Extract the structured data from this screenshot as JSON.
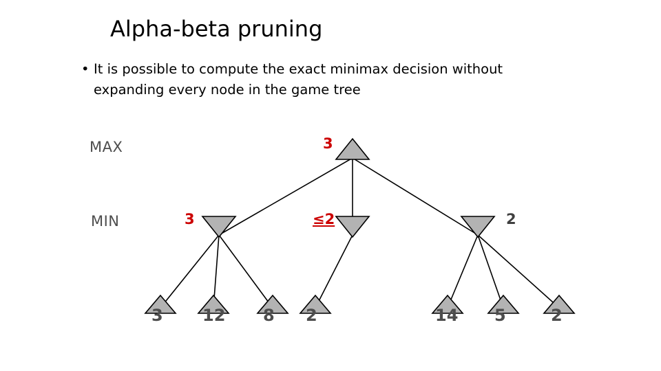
{
  "slide": {
    "title": "Alpha-beta pruning",
    "bullet_marker": "•",
    "bullet_text": "It is possible to compute the exact minimax decision without expanding every node in the game tree"
  },
  "diagram": {
    "type": "game-tree",
    "level_labels": {
      "max": "MAX",
      "min": "MIN"
    },
    "colors": {
      "node_fill": "#b3b3b3",
      "node_stroke": "#000000",
      "edge": "#000000",
      "highlight": "#cc0000",
      "label_gray": "#4d4d4d"
    },
    "nodes": {
      "root": {
        "value": "3",
        "shape": "triangle-up",
        "value_color": "#cc0000"
      },
      "min": [
        {
          "value": "3",
          "shape": "triangle-down",
          "value_color": "#cc0000"
        },
        {
          "value": "≤2",
          "shape": "triangle-down",
          "value_color": "#cc0000",
          "underline": true
        },
        {
          "value": "2",
          "shape": "triangle-down",
          "value_color": "#404040"
        }
      ],
      "leaves": [
        {
          "value": "3"
        },
        {
          "value": "12"
        },
        {
          "value": "8"
        },
        {
          "value": "2"
        },
        {
          "value": "14"
        },
        {
          "value": "5"
        },
        {
          "value": "2"
        }
      ]
    }
  }
}
